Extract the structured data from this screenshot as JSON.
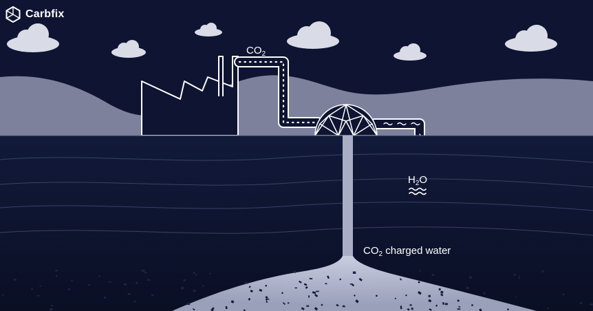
{
  "brand": {
    "name": "Carbfix",
    "icon": "carbfix-logo-icon"
  },
  "labels": {
    "co2": {
      "main": "CO",
      "sub": "2"
    },
    "h2o": {
      "pre": "H",
      "sub": "2",
      "post": "O"
    },
    "charged": {
      "main": "CO",
      "sub": "2",
      "post": " charged water"
    }
  },
  "icons": [
    "carbfix-logo-icon",
    "cloud-icon",
    "factory-icon",
    "dome-icon",
    "pipe-icon",
    "water-wave-icon"
  ],
  "colors": {
    "sky": "#0e1431",
    "hills": "#7e819c",
    "underground": "#0f1633",
    "rock": "#a9aec6",
    "cloud": "#d9dbe6",
    "line": "#ffffff"
  }
}
